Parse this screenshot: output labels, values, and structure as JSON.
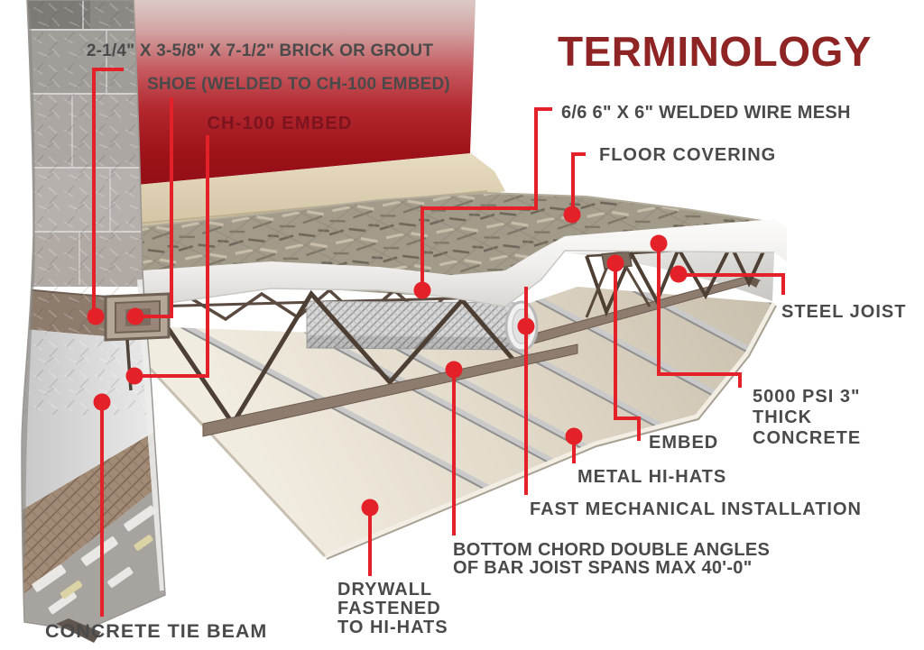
{
  "title": "TERMINOLOGY",
  "colors": {
    "title_red": "#8e2424",
    "leader_red": "#e42128",
    "label_gray": "#4a4a4a",
    "ch100_red": "#7c1420",
    "wall_red": "#b2262e",
    "slab_tan": "#d8cbae",
    "deck_tan": "#ded5c4",
    "chord_brown": "#8e7c6f",
    "concrete_gray": "#a29b8a"
  },
  "labels": {
    "brick_shoe_line1": "2-1/4\" X 3-5/8\" X 7-1/2\" BRICK OR GROUT",
    "brick_shoe_line2": "SHOE (WELDED TO CH-100 EMBED)",
    "ch100_embed": "CH-100 EMBED",
    "wire_mesh": "6/6 6\" X 6\" WELDED WIRE MESH",
    "floor_covering": "FLOOR COVERING",
    "steel_joist": "STEEL JOIST",
    "concrete_line1": "5000 PSI 3\"",
    "concrete_line2": "THICK",
    "concrete_line3": "CONCRETE",
    "embed": "EMBED",
    "metal_hi_hats": "METAL HI-HATS",
    "fast_mech": "FAST MECHANICAL INSTALLATION",
    "bottom_chord_line1": "BOTTOM CHORD DOUBLE ANGLES",
    "bottom_chord_line2": "OF BAR JOIST SPANS MAX 40'-0\"",
    "drywall_line1": "DRYWALL",
    "drywall_line2": "FASTENED",
    "drywall_line3": "TO HI-HATS",
    "concrete_tie_beam": "CONCRETE TIE BEAM"
  }
}
